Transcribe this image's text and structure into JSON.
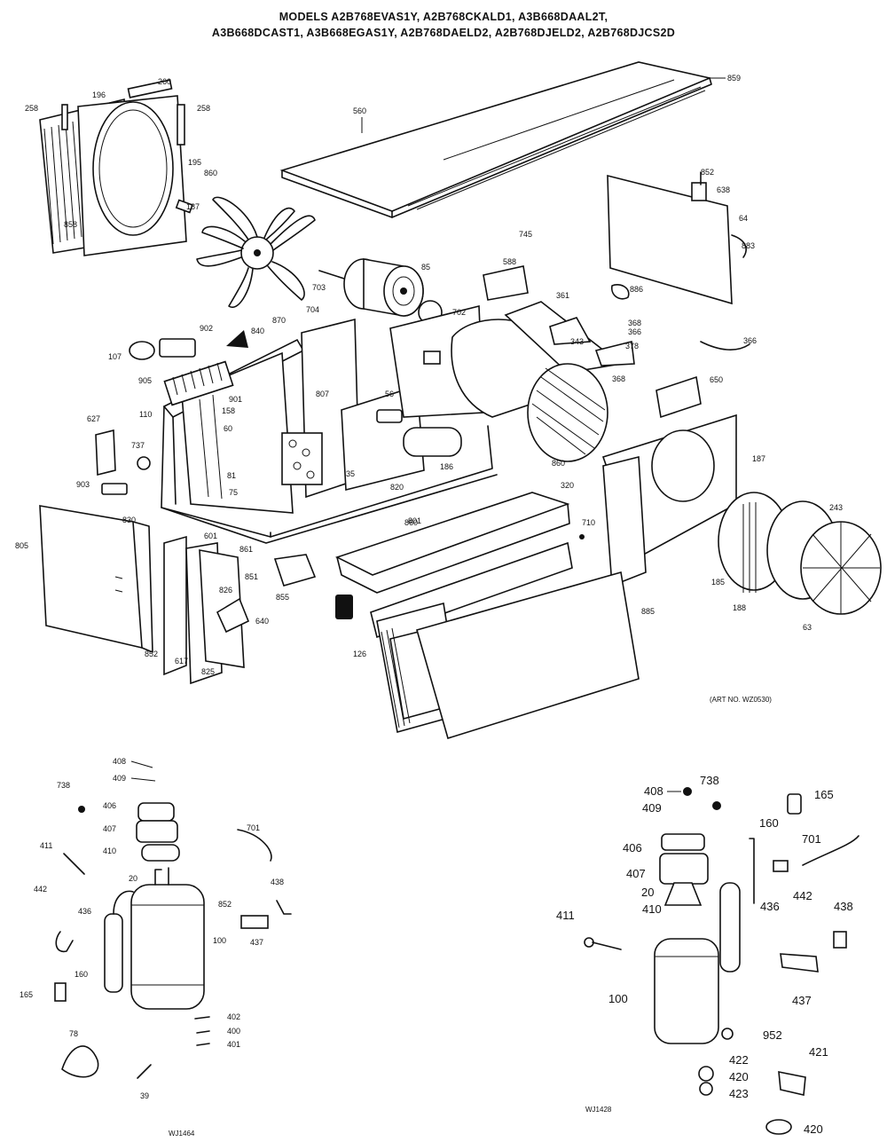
{
  "header": {
    "line1": "MODELS A2B768EVAS1Y, A2B768CKALD1, A3B668DAAL2T,",
    "line2": "A3B668DCAST1, A3B668EGAS1Y, A2B768DAELD2, A2B768DJELD2, A2B768DJCS2D"
  },
  "main_labels": [
    "859",
    "560",
    "258",
    "196",
    "260",
    "258",
    "195",
    "858",
    "860",
    "187",
    "745",
    "852",
    "638",
    "64",
    "883",
    "588",
    "85",
    "886",
    "361",
    "368",
    "366",
    "703",
    "704",
    "702",
    "870",
    "366",
    "343",
    "378",
    "368",
    "902",
    "840",
    "107",
    "905",
    "901",
    "158",
    "56",
    "110",
    "807",
    "60",
    "860",
    "186",
    "650",
    "627",
    "737",
    "81",
    "75",
    "35",
    "820",
    "860",
    "187",
    "903",
    "830",
    "601",
    "861",
    "320",
    "801",
    "710",
    "243",
    "805",
    "851",
    "855",
    "826",
    "640",
    "185",
    "188",
    "63",
    "852",
    "617",
    "825",
    "126",
    "885"
  ],
  "part_number_note": "(ART NO. WZ0530)",
  "left_labels": [
    "408",
    "409",
    "738",
    "406",
    "407",
    "410",
    "411",
    "442",
    "20",
    "701",
    "852",
    "438",
    "436",
    "437",
    "100",
    "160",
    "165",
    "402",
    "400",
    "401",
    "78",
    "39"
  ],
  "right_labels": [
    "408",
    "738",
    "409",
    "165",
    "160",
    "406",
    "701",
    "407",
    "20",
    "410",
    "442",
    "411",
    "436",
    "438",
    "437",
    "100",
    "952",
    "421",
    "422",
    "420",
    "423",
    "420"
  ],
  "art_codes": {
    "right": "WJ1428",
    "left": "WJ1464"
  }
}
